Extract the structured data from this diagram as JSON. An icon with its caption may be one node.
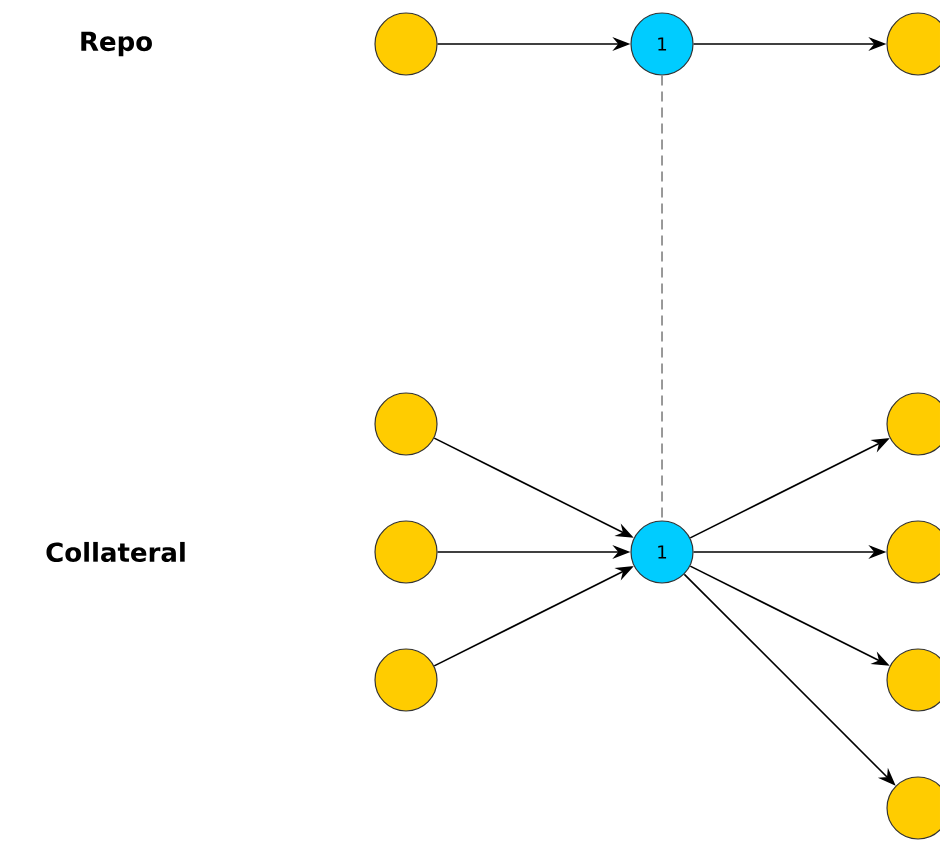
{
  "diagram": {
    "nodes": [
      {
        "text": [],
        "shape": "circle"
      },
      {
        "text": [
          "1"
        ]
      },
      {
        "text": [],
        "shape": "circle"
      },
      {
        "text": [],
        "shape": "circle"
      },
      {
        "text": [],
        "shape": "circle"
      },
      {
        "text": [],
        "shape": "circle"
      },
      {
        "text": [
          "1"
        ]
      },
      {
        "text": [],
        "shape": "circle"
      },
      {
        "text": [],
        "shape": "circle"
      },
      {
        "text": [],
        "shape": "circle"
      },
      {
        "text": [],
        "shape": "circle"
      }
    ],
    "edges": [
      {
        "from": 0,
        "to": 1,
        "arrow": "to"
      },
      {
        "from": 1,
        "to": 2,
        "arrow": "to"
      },
      {
        "from": 1,
        "to": 6,
        "arrow": "none",
        "style": "dashed",
        "color": "#808080"
      },
      {
        "from": 3,
        "to": 6,
        "arrow": "to"
      },
      {
        "from": 4,
        "to": 6,
        "arrow": "to"
      },
      {
        "from": 5,
        "to": 6,
        "arrow": "to"
      },
      {
        "from": 6,
        "to": 7,
        "arrow": "to"
      },
      {
        "from": 6,
        "to": 8,
        "arrow": "to"
      },
      {
        "from": 6,
        "to": 9,
        "arrow": "to"
      },
      {
        "from": 6,
        "to": 10,
        "arrow": "to"
      }
    ],
    "labels": [
      "Repo",
      "Collateral"
    ]
  }
}
